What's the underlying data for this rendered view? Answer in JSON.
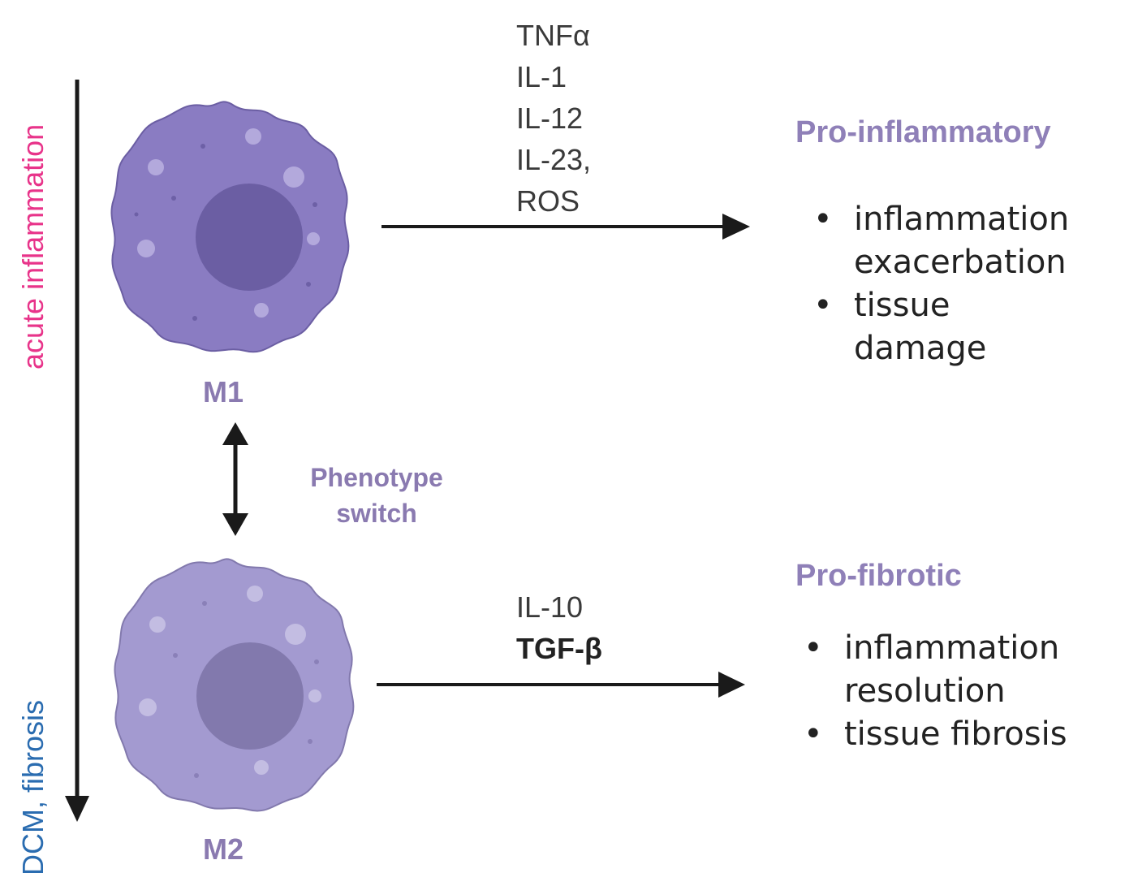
{
  "timeline": {
    "top_label": "acute inflammation",
    "bottom_label_part1": "DCM, ",
    "bottom_label_part2": "fibrosis",
    "top_color": "#e8348a",
    "bottom_color": "#2a6cb0"
  },
  "cells": {
    "m1": {
      "label": "M1",
      "body_color": "#8a7cc2",
      "nucleus_color": "#6b5ea3"
    },
    "m2": {
      "label": "M2",
      "body_color": "#a39ad0",
      "nucleus_color": "#8279ad"
    }
  },
  "switch": {
    "line1": "Phenotype",
    "line2": "switch"
  },
  "pro_inflammatory": {
    "cytokines": [
      "TNFα",
      "IL-1",
      "IL-12",
      "IL-23,",
      "ROS"
    ],
    "heading": "Pro-inflammatory",
    "effects": [
      {
        "line1": "inflammation",
        "line2": "exacerbation"
      },
      {
        "line1": "tissue",
        "line2": "damage"
      }
    ]
  },
  "pro_fibrotic": {
    "cytokine_regular": "IL-10",
    "cytokine_bold": "TGF-β",
    "heading": "Pro-fibrotic",
    "effects": [
      {
        "line1": "inflammation",
        "line2": "resolution"
      },
      {
        "line1": "tissue fibrosis",
        "line2": ""
      }
    ]
  },
  "colors": {
    "arrow": "#1a1a1a",
    "label_purple": "#8a7ab0"
  }
}
